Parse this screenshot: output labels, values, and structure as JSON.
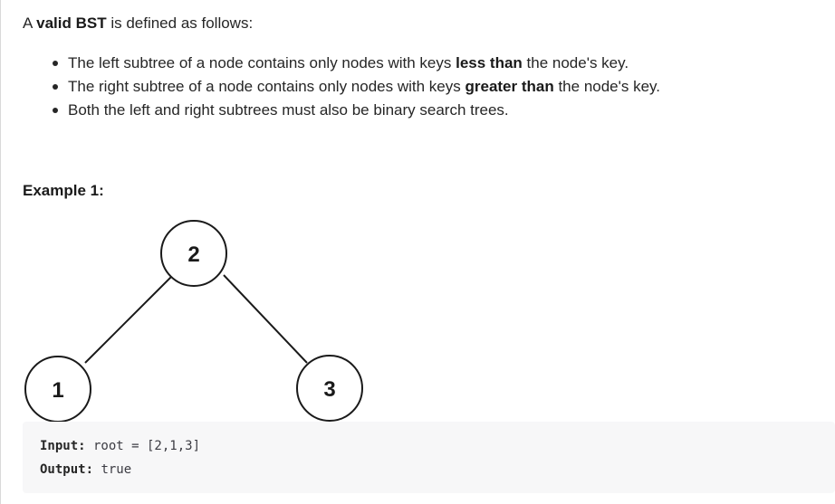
{
  "intro": {
    "prefix": "A ",
    "bold": "valid BST",
    "suffix": " is defined as follows:"
  },
  "rules": [
    {
      "before": "The left subtree of a node contains only nodes with keys ",
      "bold": "less than",
      "after": " the node's key."
    },
    {
      "before": "The right subtree of a node contains only nodes with keys ",
      "bold": "greater than",
      "after": " the node's key."
    },
    {
      "before": "Both the left and right subtrees must also be binary search trees.",
      "bold": "",
      "after": ""
    }
  ],
  "example": {
    "title": "Example 1:",
    "tree": {
      "root": "2",
      "left": "1",
      "right": "3"
    },
    "input_label": "Input:",
    "input_value": " root = [2,1,3]",
    "output_label": "Output:",
    "output_value": " true"
  }
}
